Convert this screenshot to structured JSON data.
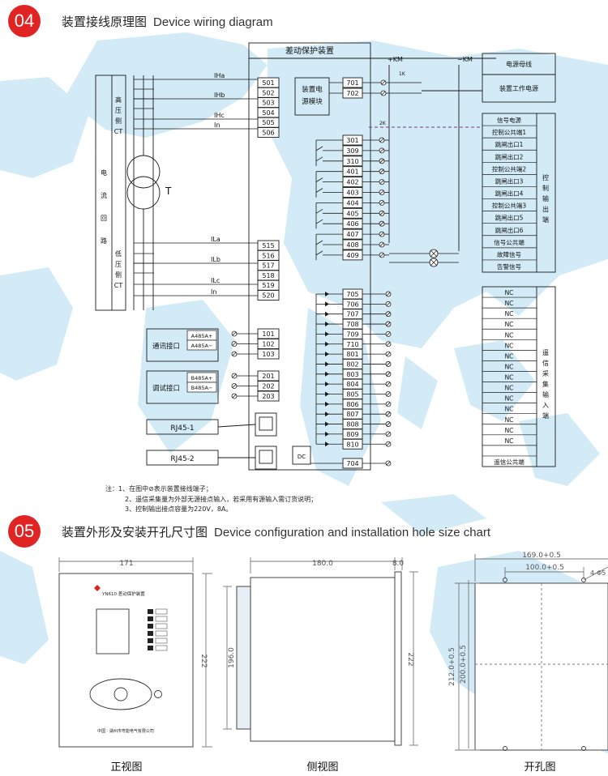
{
  "sections": [
    {
      "badge": "04",
      "title_cn": "装置接线原理图",
      "title_en": "Device wiring diagram"
    },
    {
      "badge": "05",
      "title_cn": "装置外形及安装开孔尺寸图",
      "title_en": "Device configuration and installation hole size chart"
    }
  ],
  "wiring": {
    "device_title": "差动保护装置",
    "power_module": [
      "装置电",
      "源模块"
    ],
    "hv_label": [
      "高",
      "压",
      "侧",
      "CT"
    ],
    "current_loop": [
      "电",
      "流",
      "回",
      "路"
    ],
    "lv_label": [
      "低",
      "压",
      "侧",
      "CT"
    ],
    "transformer": "T",
    "pos_km": "+KM",
    "neg_km": "−KM",
    "relay1": "1K",
    "relay2": "2K",
    "dc": "DC",
    "comm_port": "通讯接口",
    "debug_port": "调试接口",
    "rj45": [
      "RJ45-1",
      "RJ45-2"
    ],
    "a485": [
      "A485A+",
      "A485A−"
    ],
    "b485": [
      "B485A+",
      "B485A−"
    ],
    "hv_currents": [
      "IHa",
      "IHb",
      "IHc",
      "In"
    ],
    "lv_currents": [
      "ILa",
      "ILb",
      "ILc",
      "In"
    ],
    "hv_terminals": [
      "501",
      "502",
      "503",
      "504",
      "505",
      "506"
    ],
    "lv_terminals": [
      "515",
      "516",
      "517",
      "518",
      "519",
      "520"
    ],
    "power_terminals": [
      "701",
      "702"
    ],
    "comm_terminals": [
      "101",
      "102",
      "103"
    ],
    "debug_terminals": [
      "201",
      "202",
      "203"
    ],
    "relay_terminals": [
      "301",
      "309",
      "310",
      "401",
      "402",
      "403",
      "404",
      "405",
      "406",
      "407",
      "408",
      "409"
    ],
    "di_terminals": [
      "705",
      "706",
      "707",
      "708",
      "709",
      "710",
      "801",
      "802",
      "803",
      "804",
      "805",
      "806",
      "807",
      "808",
      "809",
      "810"
    ],
    "di_common": "704",
    "power_table": [
      "电源母线",
      "装置工作电源"
    ],
    "signal_table": [
      "信号电源",
      "控制公共端1",
      "跳闸出口1",
      "跳闸出口2",
      "控制公共端2",
      "跳闸出口3",
      "跳闸出口4",
      "控制公共端3",
      "跳闸出口5",
      "跳闸出口6",
      "信号公共端",
      "故障信号",
      "告警信号"
    ],
    "signal_side": [
      "控",
      "制",
      "输",
      "出",
      "端"
    ],
    "nc_label": "NC",
    "nc_count": 15,
    "remote_common": "遥信公共端",
    "remote_side": [
      "遥",
      "信",
      "采",
      "集",
      "输",
      "入",
      "端"
    ]
  },
  "notes": [
    "注：1、在图中⊘表示装置接线端子；",
    "2、遥信采集量为外部无源接点输入，若采用有源输入需订货说明；",
    "3、控制输出接点容量为220V，8A。"
  ],
  "outline": {
    "front_width": "171",
    "front_height": "222",
    "model_name": "YN610 差动保护装置",
    "company": "中国 · 湖州市粤能电气有限公司",
    "side_depth": "180.0",
    "side_panel": "8.0",
    "side_height": "222",
    "side_inner": "196.0",
    "hole_outer_w": "169.0+0.5",
    "hole_inner_w": "100.0+0.5",
    "hole_bolt": "4-Φ5",
    "hole_outer_h": "212.0+0.5",
    "hole_inner_h": "200.0+0.5",
    "captions": [
      "正视图",
      "侧视图",
      "开孔图"
    ]
  },
  "colors": {
    "badge": "#e02424",
    "map": "#cfe8f5",
    "line": "#1a1a1a",
    "dashed": "#7a3a7a",
    "dim": "#555555"
  }
}
